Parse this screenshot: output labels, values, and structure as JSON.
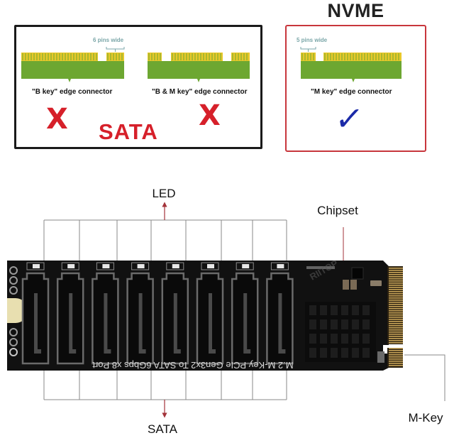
{
  "top": {
    "sata_panel": {
      "b_key": {
        "pins_label": "6 pins wide",
        "caption": "\"B key\" edge connector"
      },
      "bm_key": {
        "caption": "\"B & M key\" edge connector"
      },
      "mark": "X",
      "title": "SATA"
    },
    "nvme_panel": {
      "title": "NVME",
      "m_key": {
        "pins_label": "5 pins wide",
        "caption": "\"M key\" edge connector"
      },
      "mark": "✓"
    }
  },
  "board": {
    "silkscreen_text": "M.2 M-Key PCIe Gen3x2 To SATA 6Gbps x8 Port",
    "watermark": "RIITOP",
    "port_count": 8,
    "callouts": {
      "led": "LED",
      "chipset": "Chipset",
      "sata": "SATA",
      "m_key": "M-Key"
    }
  },
  "colors": {
    "pcb": "#111111",
    "pcb_gold": "#c9a55a",
    "connector_green": "#6da731",
    "connector_gold": "#e8c82a",
    "callout_line": "#8a8a8a",
    "arrow_red": "#a3333a",
    "x_red": "#d6202a",
    "check_blue": "#1b2aa8",
    "nvme_border": "#c8363c"
  }
}
